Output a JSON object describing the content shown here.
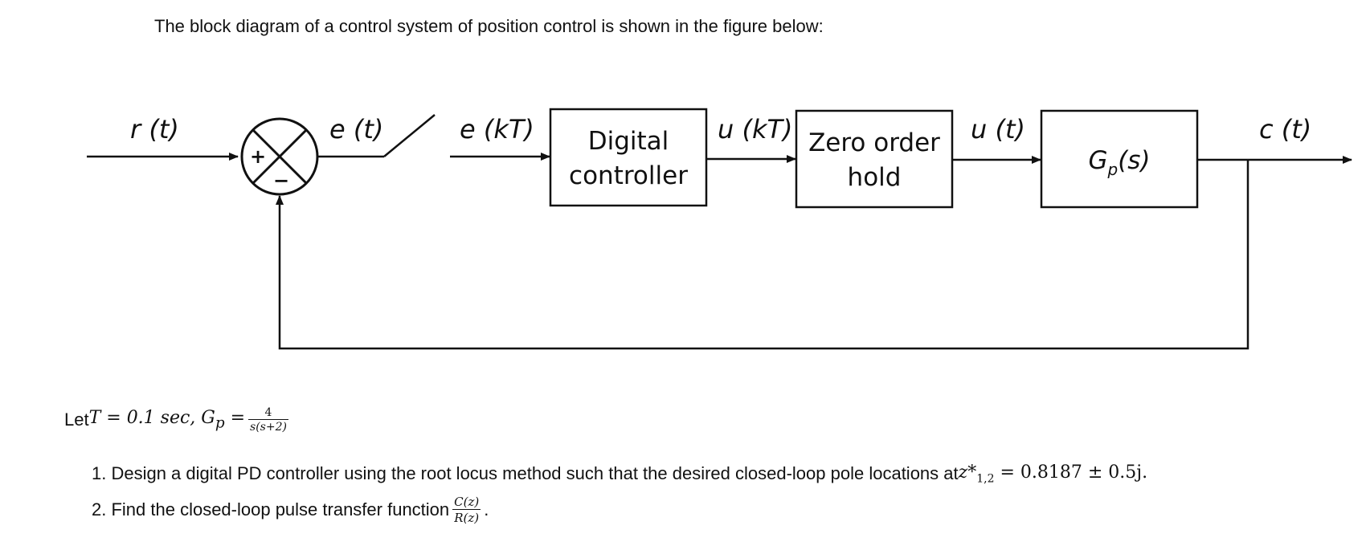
{
  "intro_text": "The block diagram of a control system of position control is shown in the figure below:",
  "diagram": {
    "input_signal": "r (t)",
    "error_signal": "e (t)",
    "sampled_error_signal": "e (kT)",
    "control_sampled_signal": "u (kT)",
    "control_signal": "u (t)",
    "output_signal": "c (t)",
    "summing_plus": "+",
    "summing_minus": "−",
    "controller_line1": "Digital",
    "controller_line2": "controller",
    "zoh_line1": "Zero order",
    "zoh_line2": "hold",
    "plant_label": "G",
    "plant_subscript": "p",
    "plant_arg": "(s)"
  },
  "givens": {
    "prefix": "Let ",
    "T_expr": "T = 0.1 sec, G",
    "Gp_sub": "p",
    "equals": " = ",
    "Gp_num": "4",
    "Gp_den": "s(s+2)"
  },
  "questions": {
    "q1_text": "1. Design a digital PD controller using the root locus method such that the desired closed-loop pole locations at ",
    "q1_math": "z*",
    "q1_sub": "1,2",
    "q1_value": " = 0.8187 ± 0.5j.",
    "q2_text": "2. Find the closed-loop pulse transfer function ",
    "q2_num": "C(z)",
    "q2_den": "R(z)",
    "q2_end": "."
  }
}
